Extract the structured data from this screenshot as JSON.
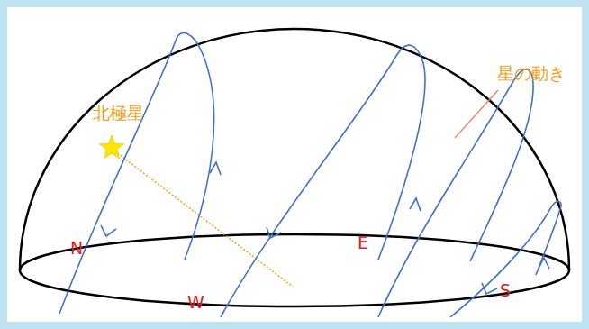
{
  "diagram": {
    "labels": [
      "北極星",
      "星の動き",
      "N",
      "W",
      "E",
      "S"
    ]
  }
}
